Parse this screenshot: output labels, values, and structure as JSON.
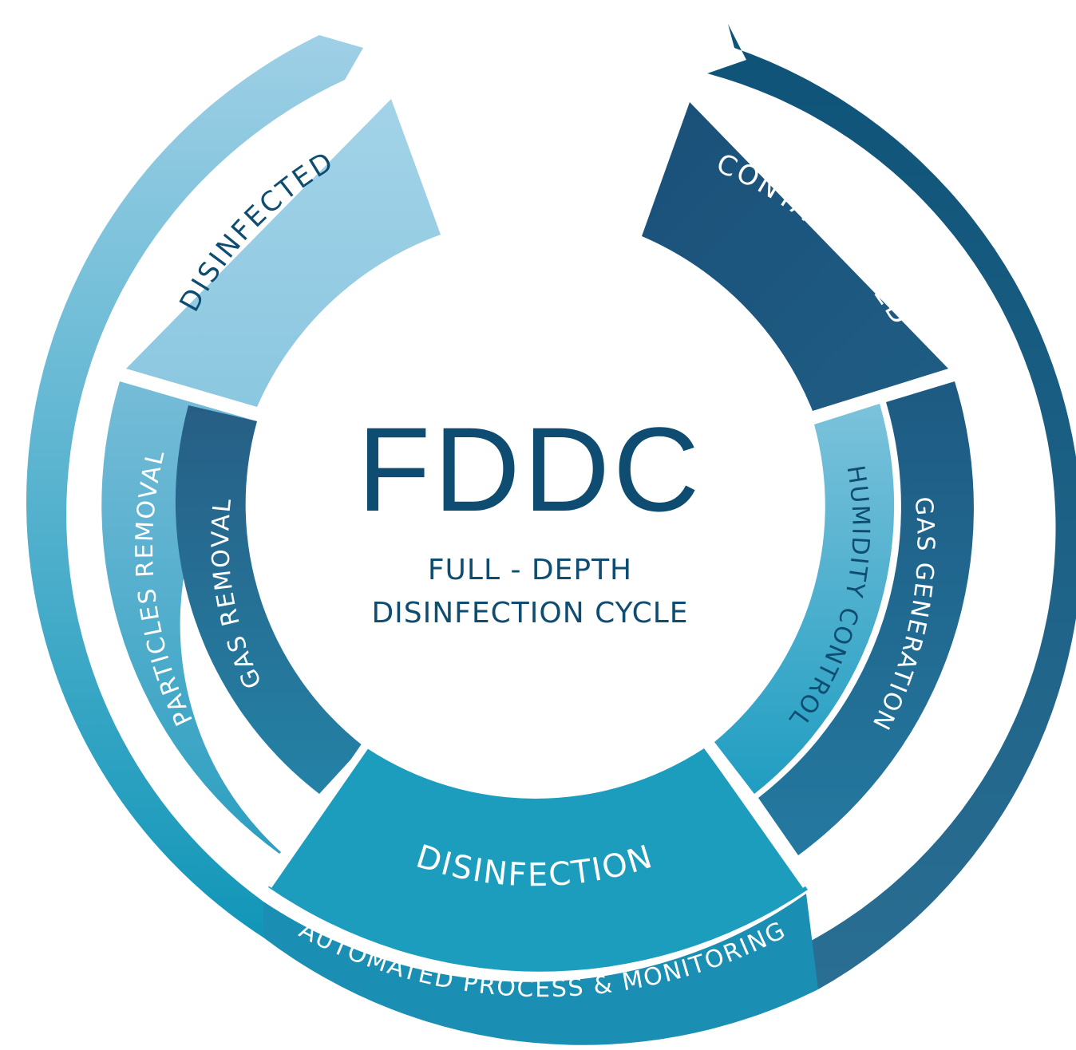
{
  "center": {
    "title": "FDDC",
    "subtitle_line1": "FULL - DEPTH",
    "subtitle_line2": "DISINFECTION CYCLE"
  },
  "segments": {
    "disinfected": "DISINFECTED",
    "contaminated": "CONTAMINATED",
    "particles_removal": "PARTICLES REMOVAL",
    "gas_removal": "GAS REMOVAL",
    "humidity_control": "HUMIDITY CONTROL",
    "gas_generation": "GAS GENERATION",
    "disinfection": "DISINFECTION"
  },
  "outer_ring": {
    "label": "AUTOMATED PROCESS & MONITORING"
  },
  "colors": {
    "dark_navy": "#0e5377",
    "navy": "#1c5a80",
    "mid_blue": "#216f94",
    "teal": "#1d9dbd",
    "light_blue": "#8cc6df",
    "pale_blue": "#a9d5e7",
    "text_dark": "#0e4d71",
    "white": "#ffffff"
  }
}
